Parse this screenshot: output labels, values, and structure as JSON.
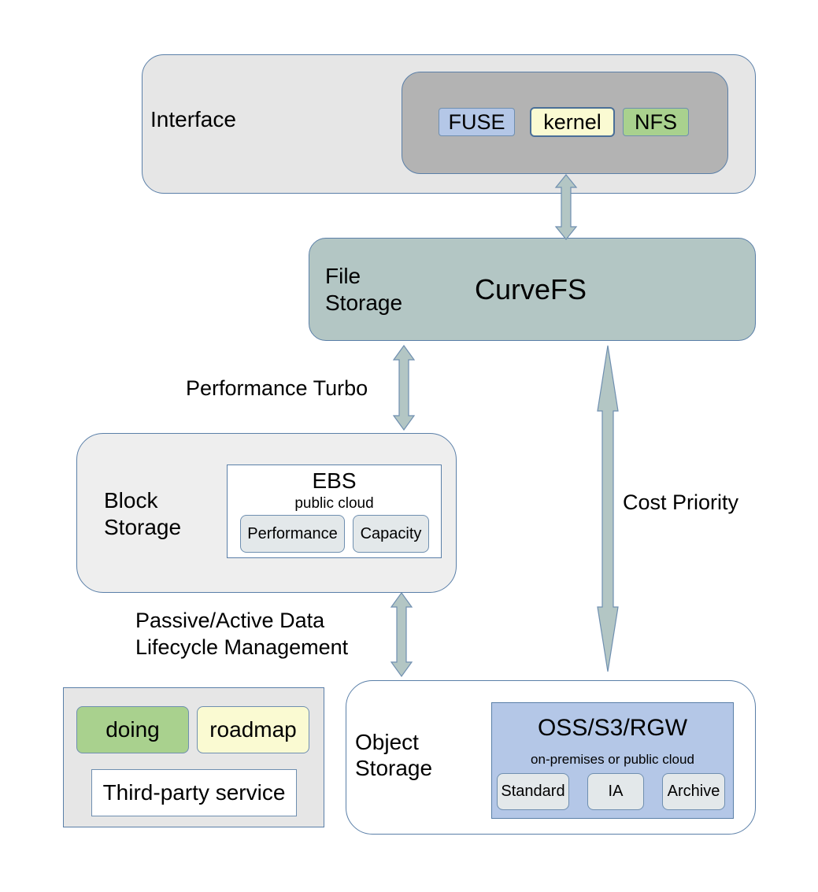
{
  "interface": {
    "label": "Interface",
    "items": [
      "FUSE",
      "kernel",
      "NFS"
    ]
  },
  "file_storage": {
    "label_line1": "File",
    "label_line2": "Storage",
    "name": "CurveFS"
  },
  "block_storage": {
    "label_line1": "Block",
    "label_line2": "Storage",
    "ebs_title": "EBS",
    "ebs_subtitle": "public cloud",
    "tiers": [
      "Performance",
      "Capacity"
    ]
  },
  "object_storage": {
    "label_line1": "Object",
    "label_line2": "Storage",
    "oss_title": "OSS/S3/RGW",
    "oss_subtitle": "on-premises or public cloud",
    "tiers": [
      "Standard",
      "IA",
      "Archive"
    ]
  },
  "edges": {
    "performance": "Performance Turbo",
    "cost": "Cost Priority",
    "lifecycle_line1": "Passive/Active Data",
    "lifecycle_line2": "Lifecycle Management"
  },
  "legend": {
    "doing": "doing",
    "roadmap": "roadmap",
    "third_party": "Third-party service"
  },
  "colors": {
    "doing": "#a9d18e",
    "roadmap": "#fafad2",
    "fuse": "#b4c7e7",
    "file_storage": "#b3c6c4",
    "oss": "#b4c7e7",
    "panel_gray": "#e6e6e6",
    "interface_inner": "#b3b3b3",
    "arrow": "#b3c6c4"
  }
}
